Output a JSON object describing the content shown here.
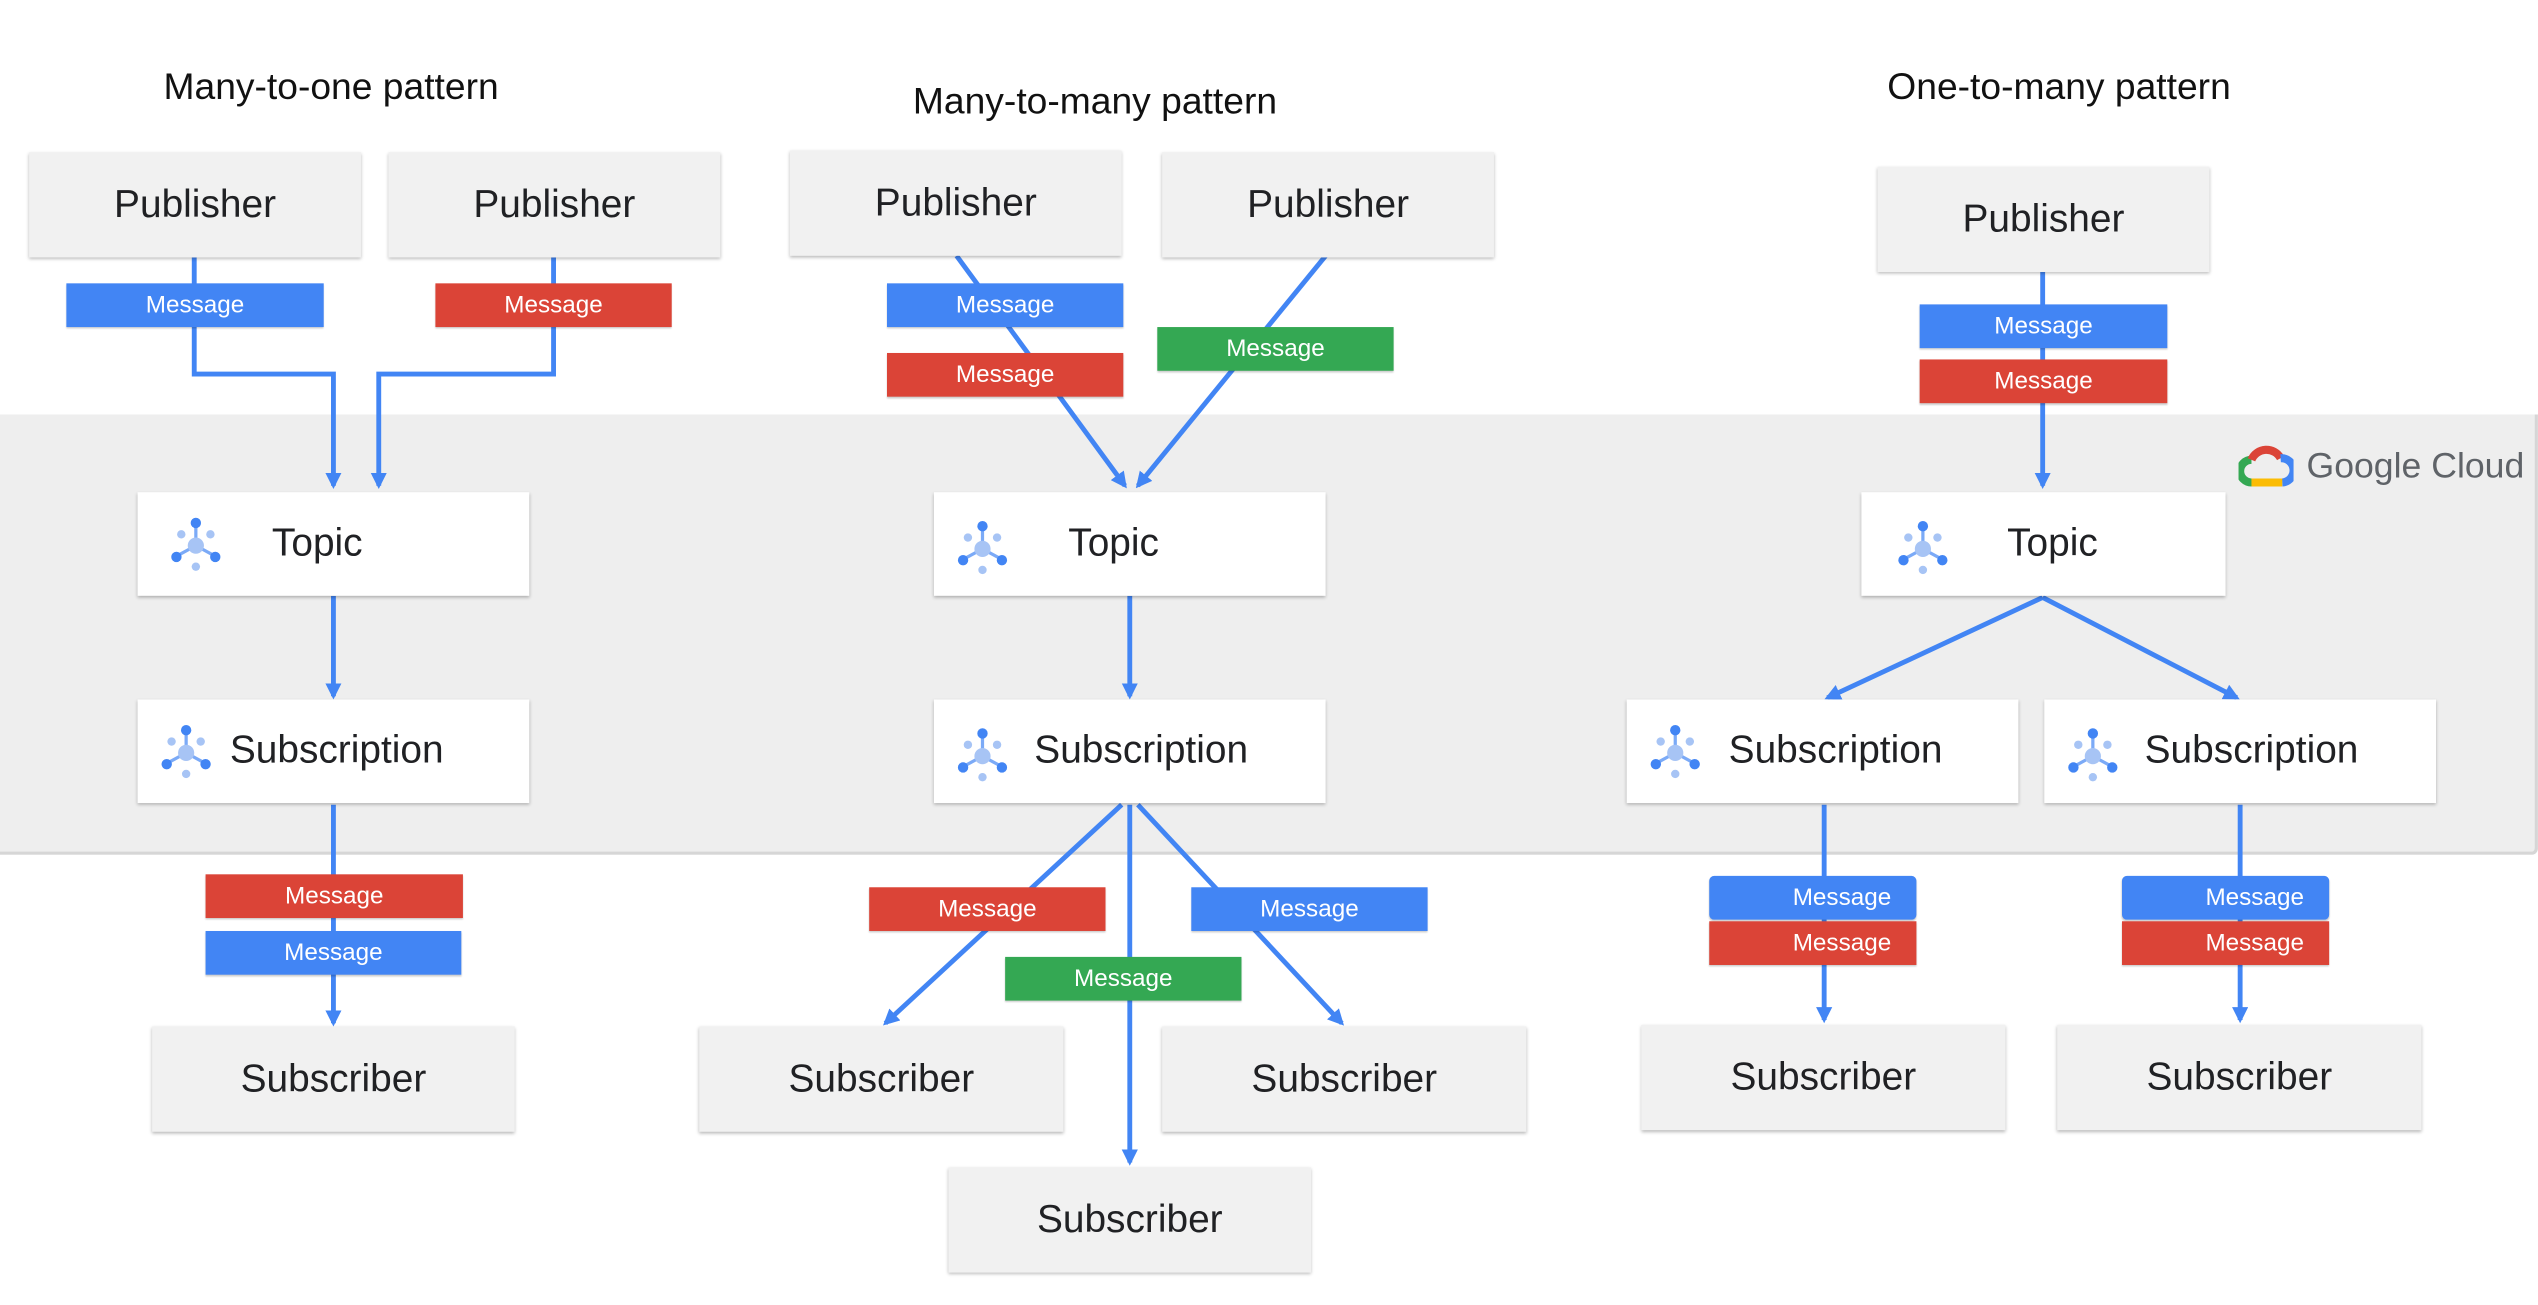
{
  "patterns": {
    "many_to_one": {
      "title": "Many-to-one pattern",
      "publishers": [
        "Publisher",
        "Publisher"
      ],
      "topic": "Topic",
      "subscription": "Subscription",
      "subscriber": "Subscriber",
      "messages": [
        "Message",
        "Message",
        "Message",
        "Message"
      ]
    },
    "many_to_many": {
      "title": "Many-to-many  pattern",
      "publishers": [
        "Publisher",
        "Publisher"
      ],
      "topic": "Topic",
      "subscription": "Subscription",
      "subscribers": [
        "Subscriber",
        "Subscriber",
        "Subscriber"
      ],
      "messages": [
        "Message",
        "Message",
        "Message",
        "Message",
        "Message",
        "Message"
      ]
    },
    "one_to_many": {
      "title": "One-to-many pattern",
      "publisher": "Publisher",
      "topic": "Topic",
      "subscriptions": [
        "Subscription",
        "Subscription"
      ],
      "subscribers": [
        "Subscriber",
        "Subscriber"
      ],
      "messages": [
        "Message",
        "Message",
        "Message",
        "Message",
        "Message",
        "Message"
      ]
    }
  },
  "brand": {
    "logo_text": "Google Cloud"
  },
  "icons": {
    "pubsub": "pubsub-icon",
    "cloud": "google-cloud-logo-icon"
  },
  "colors": {
    "blue": "#4285f4",
    "red": "#db4437",
    "green": "#34a853",
    "yellow": "#fbbc04",
    "arrow": "#4285f4",
    "band": "#eeeeee"
  }
}
